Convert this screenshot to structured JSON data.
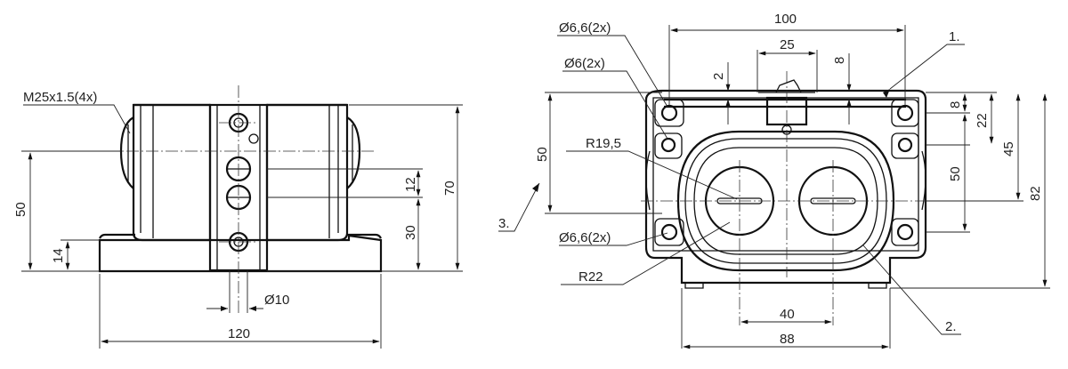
{
  "side_view": {
    "callout_thread": "M25x1.5(4x)",
    "dim_height_50": "50",
    "dim_base_14": "14",
    "dim_spacing_12": "12",
    "dim_height_30": "30",
    "dim_total_70": "70",
    "dim_hole_dia": "Ø10",
    "dim_width_120": "120"
  },
  "front_view": {
    "dim_width_100": "100",
    "dim_width_25": "25",
    "dim_2": "2",
    "dim_8_top": "8",
    "callout_hole_top": "Ø6,6(2x)",
    "callout_hole_mid": "Ø6(2x)",
    "callout_radius_small": "R19,5",
    "callout_hole_bottom": "Ø6,6(2x)",
    "callout_radius_large": "R22",
    "dim_height_50_left": "50",
    "dim_8_right": "8",
    "dim_22": "22",
    "dim_45": "45",
    "dim_50_right": "50",
    "dim_82": "82",
    "dim_40": "40",
    "dim_88": "88",
    "item_1": "1.",
    "item_2": "2.",
    "item_3": "3."
  }
}
